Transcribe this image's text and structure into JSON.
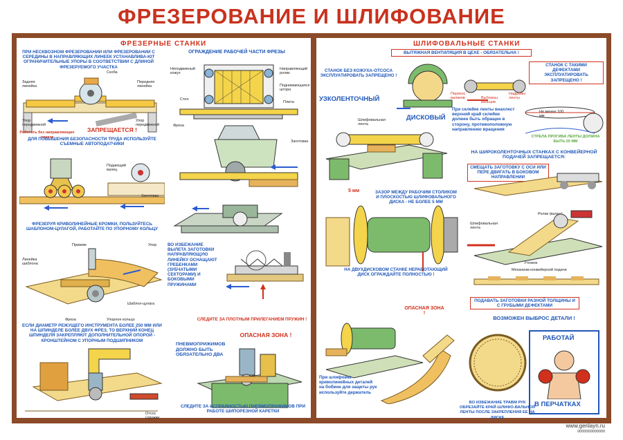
{
  "title": "ФРЕЗЕРОВАНИЕ И ШЛИФОВАНИЕ",
  "left": {
    "section_title": "ФРЕЗЕРНЫЕ СТАНКИ",
    "c1": "ПРИ НЕСКВОЗНОМ ФРЕЗЕРОВАНИИ ИЛИ ФРЕЗЕРОВАНИИ С СЕРЕДИНЫ В НАПРАВЛЯЮЩИХ ЛИНЕЕК УСТАНАВЛИВА-ЮТ ОГРАНИЧИТЕЛЬНЫЕ УПОРЫ В СООТВЕТСТВИИ С ДЛИНОЙ ФРЕЗЕРУЕМОГО УЧАСТКА",
    "labels1": [
      "Задняя линейка",
      "Скоба",
      "Передняя линейка",
      "Упор передвижной",
      "Упор передвижной"
    ],
    "c1b": "Работать без направляющих линеек",
    "c1c": "ЗАПРЕЩАЕТСЯ !",
    "c2": "ОГРАЖДЕНИЕ РАБОЧЕЙ ЧАСТИ ФРЕЗЫ",
    "labels2": [
      "Неподвижный кожух",
      "Направляющий ролик",
      "Поднимающаяся штора",
      "Стол",
      "Плита",
      "Фреза",
      "Заготовка"
    ],
    "c3": "ДЛЯ ПОВЫШЕНИЯ БЕЗОПАСНОСТИ ТРУДА ИСПОЛЬЗУЙТЕ СЪЕМНЫЕ АВТОПОДАТЧИКИ",
    "labels3": [
      "Подающий валец",
      "Заготовка"
    ],
    "c4": "ВО ИЗБЕЖАНИЕ ВЫЛЕТА ЗАГОТОВКИ НАПРАВЛЯЮЩУЮ ЛИНЕЙКУ ОСНАЩАЮТ ГРЕБЕНКАМИ (ЗУБЧАТЫМИ СЕКТОРАМИ) И БОКОВЫМИ ПРУЖИНАМИ",
    "c4b": "СЛЕДИТЕ ЗА ПЛОТНЫМ ПРИЛЕГАНИЕМ ПРУЖИН !",
    "c5": "ФРЕЗЕРУЯ КРИВОЛИНЕЙНЫЕ КРОМКИ, ПОЛЬЗУЙТЕСЬ ШАБЛОНОМ-ЦУЛАГОЙ, РАБОТАЙТЕ ПО УПОРНОМУ КОЛЬЦУ",
    "labels5": [
      "Прижим",
      "Упор",
      "Линейка шаблона",
      "Шаблон-цулага",
      "Фреза",
      "Упорное кольцо"
    ],
    "c6": "ЕСЛИ ДИАМЕТР РЕЖУЩЕГО ИНСТРУМЕНТА БОЛЕЕ 250 мм ИЛИ НА ШПИНДЕЛЕ БОЛЕЕ ДВУХ ФРЕЗ, ТО ВЕРХНИЙ КОНЕЦ ШПИНДЕЛЯ ЗАКРЕПЛЯЮТ ДОПОЛНИТЕЛЬНОЙ ОПОРОЙ - КРОНШТЕЙНОМ С УПОРНЫМ ПОДШИПНИКОМ",
    "labels6": [
      "Отсос стружки"
    ],
    "c7a": "ОПАСНАЯ ЗОНА !",
    "c7b": "ПНЕВМОПРИЖИМОВ ДОЛЖНО БЫТЬ ОБЯЗАТЕЛЬНО ДВА",
    "c7c": "СЛЕДИТЕ ЗА ИСПРАВНОСТЬЮ ПНЕВМОПРИЖИМОВ ПРИ РАБОТЕ ШИПОРЕЗНОЙ КАРЕТКИ"
  },
  "right": {
    "section_title": "ШЛИФОВАЛЬНЫЕ СТАНКИ",
    "c1": "ВЫТЯЖНАЯ ВЕНТИЛЯЦИЯ В ЦЕХЕ - ОБЯЗАТЕЛЬНА !",
    "c2": "СТАНОК БЕЗ КОЖУХА-ОТСОСА ЭКСПЛУАТИРОВАТЬ ЗАПРЕЩЕНО !",
    "c3": "СТАНОК С ТАКИМИ ДЕФЕКТАМИ ЭКСПЛУАТИРОВАТЬ ЗАПРЕЩЕНО !",
    "labels3": [
      "Перекос валиков",
      "Выбоины вальцов",
      "Надрывы ленты"
    ],
    "c4": "При склейке ленты внахлест верхний край склейки должен быть обращен в сторону, противоположную направлению вращения",
    "c4b": "Не менее 100 мм",
    "c4c": "Стрела прогиба ленты должна быть 20 мм",
    "t1": "УЗКОЛЕНТОЧНЫЙ",
    "t2": "ДИСКОВЫЙ",
    "labels_u": [
      "Шлифовальная лента"
    ],
    "c5": "НА ШИРОКОЛЕНТОЧНЫХ СТАНКАХ С КОНВЕЙЕРНОЙ ПОДАЧЕЙ ЗАПРЕЩАЕТСЯ:",
    "c5a": "СМЕЩАТЬ ЗАГОТОВКУ С ОСИ ИЛИ ПЕРЕ ДВИГАТЬ В БОКОВОМ НАПРАВЛЕНИИ",
    "labels5": [
      "Ролик (валец)",
      "Шлифовальная лента",
      "Утюжок",
      "Механизм конвейерной подачи"
    ],
    "c5b": "ПОДАВАТЬ ЗАГОТОВКИ РАЗНОЙ ТОЛЩИНЫ И С ГРУБЫМИ ДЕФЕКТАМИ",
    "c5c": "ВОЗМОЖЕН ВЫБРОС ДЕТАЛИ !",
    "mm": "5 мм",
    "c6": "ЗАЗОР МЕЖДУ РАБОЧИМ СТОЛИКОМ И ПЛОСКОСТЬЮ ШЛИФОВАЛЬНОГО ДИСКА - НЕ БОЛЕЕ 5 мм",
    "c6b": "НА ДВУХДИСКОВОМ СТАНКЕ НЕРАБОТАЮЩИЙ ДИСК ОГРАЖДАЙТЕ ПОЛНОСТЬЮ !",
    "c7": "ОПАСНАЯ ЗОНА !",
    "c8": "При шлифовке криволинейных деталей на бобине для защиты рук используйте держатель",
    "c9": "ВО ИЗБЕЖАНИЕ ТРАВМ РУК ОБРЕЗАЙТЕ КРАЙ ШЛИФО-ВАЛЬНОЙ ЛЕНТЫ ПОСЛЕ ЗАКРЕПЛЕНИЯ ЕЕ НА ДИСКЕ",
    "c10a": "РАБОТАЙ",
    "c10b": "В ПЕРЧАТКАХ"
  },
  "footer": {
    "site": "www.genlayn.ru",
    "code": "0000000000000"
  }
}
